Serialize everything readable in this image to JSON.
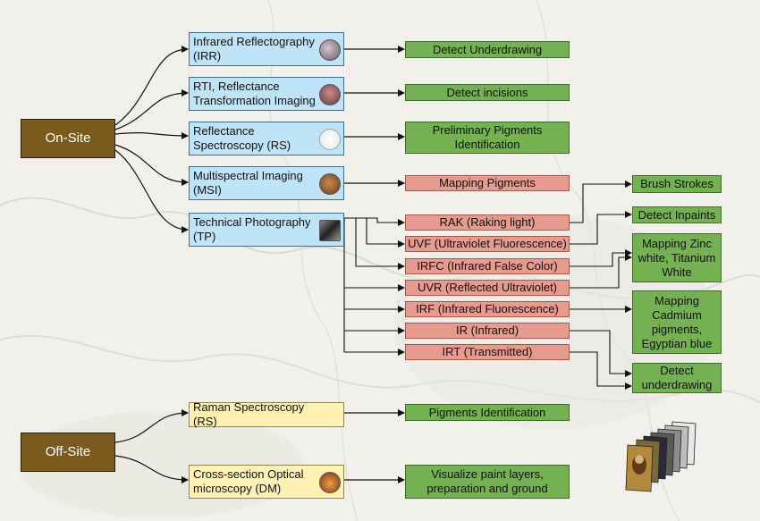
{
  "categories": {
    "onsite": "On-Site",
    "offsite": "Off-Site"
  },
  "techniques": {
    "irr": "Infrared Reflectography (IRR)",
    "rti": "RTI, Reflectance Transformation Imaging",
    "rs": "Reflectance Spectroscopy (RS)",
    "msi": "Multispectral Imaging (MSI)",
    "tp": "Technical Photography (TP)",
    "raman": "Raman Spectroscopy (RS)",
    "dm": "Cross-section Optical microscopy (DM)"
  },
  "results": {
    "underdrawing": "Detect Underdrawing",
    "incisions": "Detect incisions",
    "prelim": "Preliminary Pigments Identification",
    "mapping": "Mapping Pigments",
    "pigid": "Pigments Identification",
    "layers": "Visualize paint layers, preparation and ground"
  },
  "tp_methods": {
    "rak": "RAK (Raking light)",
    "uvf": "UVF (Ultraviolet Fluorescence)",
    "irfc": "IRFC (Infrared False Color)",
    "uvr": "UVR (Reflected Ultraviolet)",
    "irf": "IRF (Infrared Fluorescence)",
    "ir": "IR (Infrared)",
    "irt": "IRT (Transmitted)"
  },
  "tp_results": {
    "brush": "Brush Strokes",
    "inpaints": "Detect Inpaints",
    "zinc": "Mapping Zinc white, Titanium White",
    "cadmium": "Mapping Cadmium pigments, Egyptian blue",
    "underdrawing": "Detect underdrawing"
  },
  "colors": {
    "category": "#7b5a1e",
    "technique_onsite": "#bfe3f7",
    "technique_offsite": "#fdf1b4",
    "result": "#74b151",
    "tp_method": "#e79a8e"
  }
}
